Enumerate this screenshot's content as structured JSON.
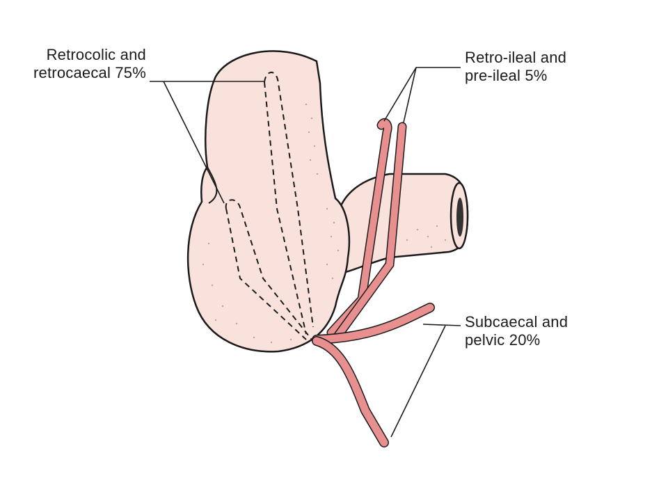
{
  "labels": {
    "retrocolic": {
      "line1": "Retrocolic and",
      "line2": "retrocaecal 75%"
    },
    "retroileal": {
      "line1": "Retro-ileal and",
      "line2": "pre-ileal 5%"
    },
    "subcaecal": {
      "line1": "Subcaecal and",
      "line2": "pelvic 20%"
    }
  },
  "colors": {
    "tissue": "#f9e1dc",
    "outline": "#1a1a1a",
    "appendix": "#e88f8f",
    "appendix_light": "#f2a9a6"
  }
}
